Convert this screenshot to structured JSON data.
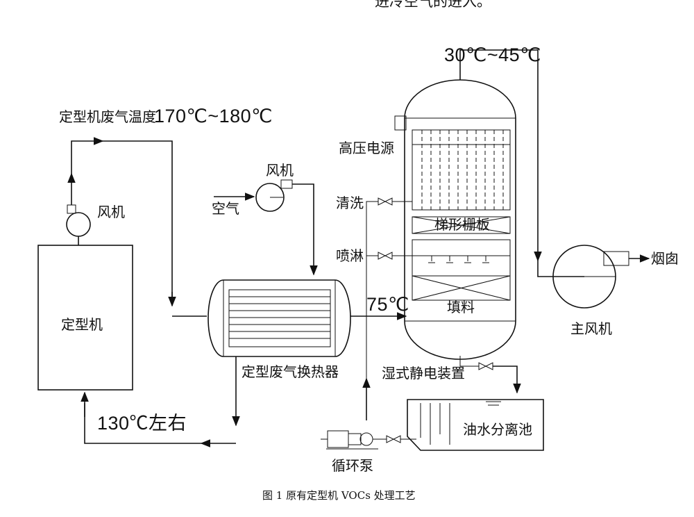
{
  "top_fragment": "进冷空气的进入。",
  "labels": {
    "outlet_temp": "30℃~45℃",
    "exhaust_temp_label": "定型机废气温度",
    "exhaust_temp_value": "170℃~180℃",
    "fan_left": "风机",
    "fan_middle": "风机",
    "air": "空气",
    "hv_power": "高压电源",
    "cleaning": "清洗",
    "spray": "喷淋",
    "trapezoid_grid": "梯形栅板",
    "packing": "填料",
    "inlet_temp": "75℃",
    "stenter": "定型机",
    "heat_exchanger": "定型废气换热器",
    "wesp": "湿式静电装置",
    "return_temp": "130℃左右",
    "oil_water_tank": "油水分离池",
    "pump": "循环泵",
    "main_fan": "主风机",
    "chimney": "烟囱"
  },
  "caption": "图 1 原有定型机 VOCs 处理工艺"
}
